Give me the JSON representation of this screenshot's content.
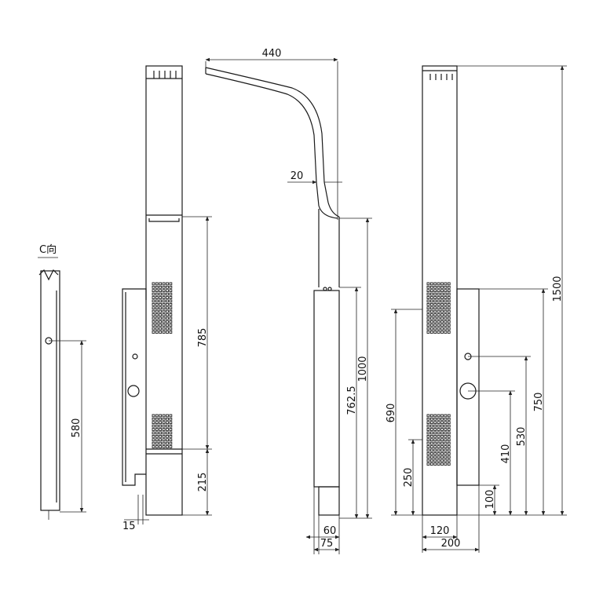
{
  "view_c": {
    "label": "C向",
    "dim_height": "580"
  },
  "side_view": {
    "dim_upper": "785",
    "dim_lower": "215",
    "dim_offset": "15"
  },
  "arm_view": {
    "dim_reach": "440",
    "dim_pipe": "20",
    "dim_total": "1000",
    "dim_mid": "762.5",
    "dim_bottom_inner": "60",
    "dim_bottom_outer": "75"
  },
  "front_view": {
    "dim_1500": "1500",
    "dim_750": "750",
    "dim_690": "690",
    "dim_530": "530",
    "dim_410": "410",
    "dim_250": "250",
    "dim_100": "100",
    "dim_120": "120",
    "dim_200": "200"
  },
  "colors": {
    "line": "#1a1a1a",
    "background": "#ffffff"
  }
}
